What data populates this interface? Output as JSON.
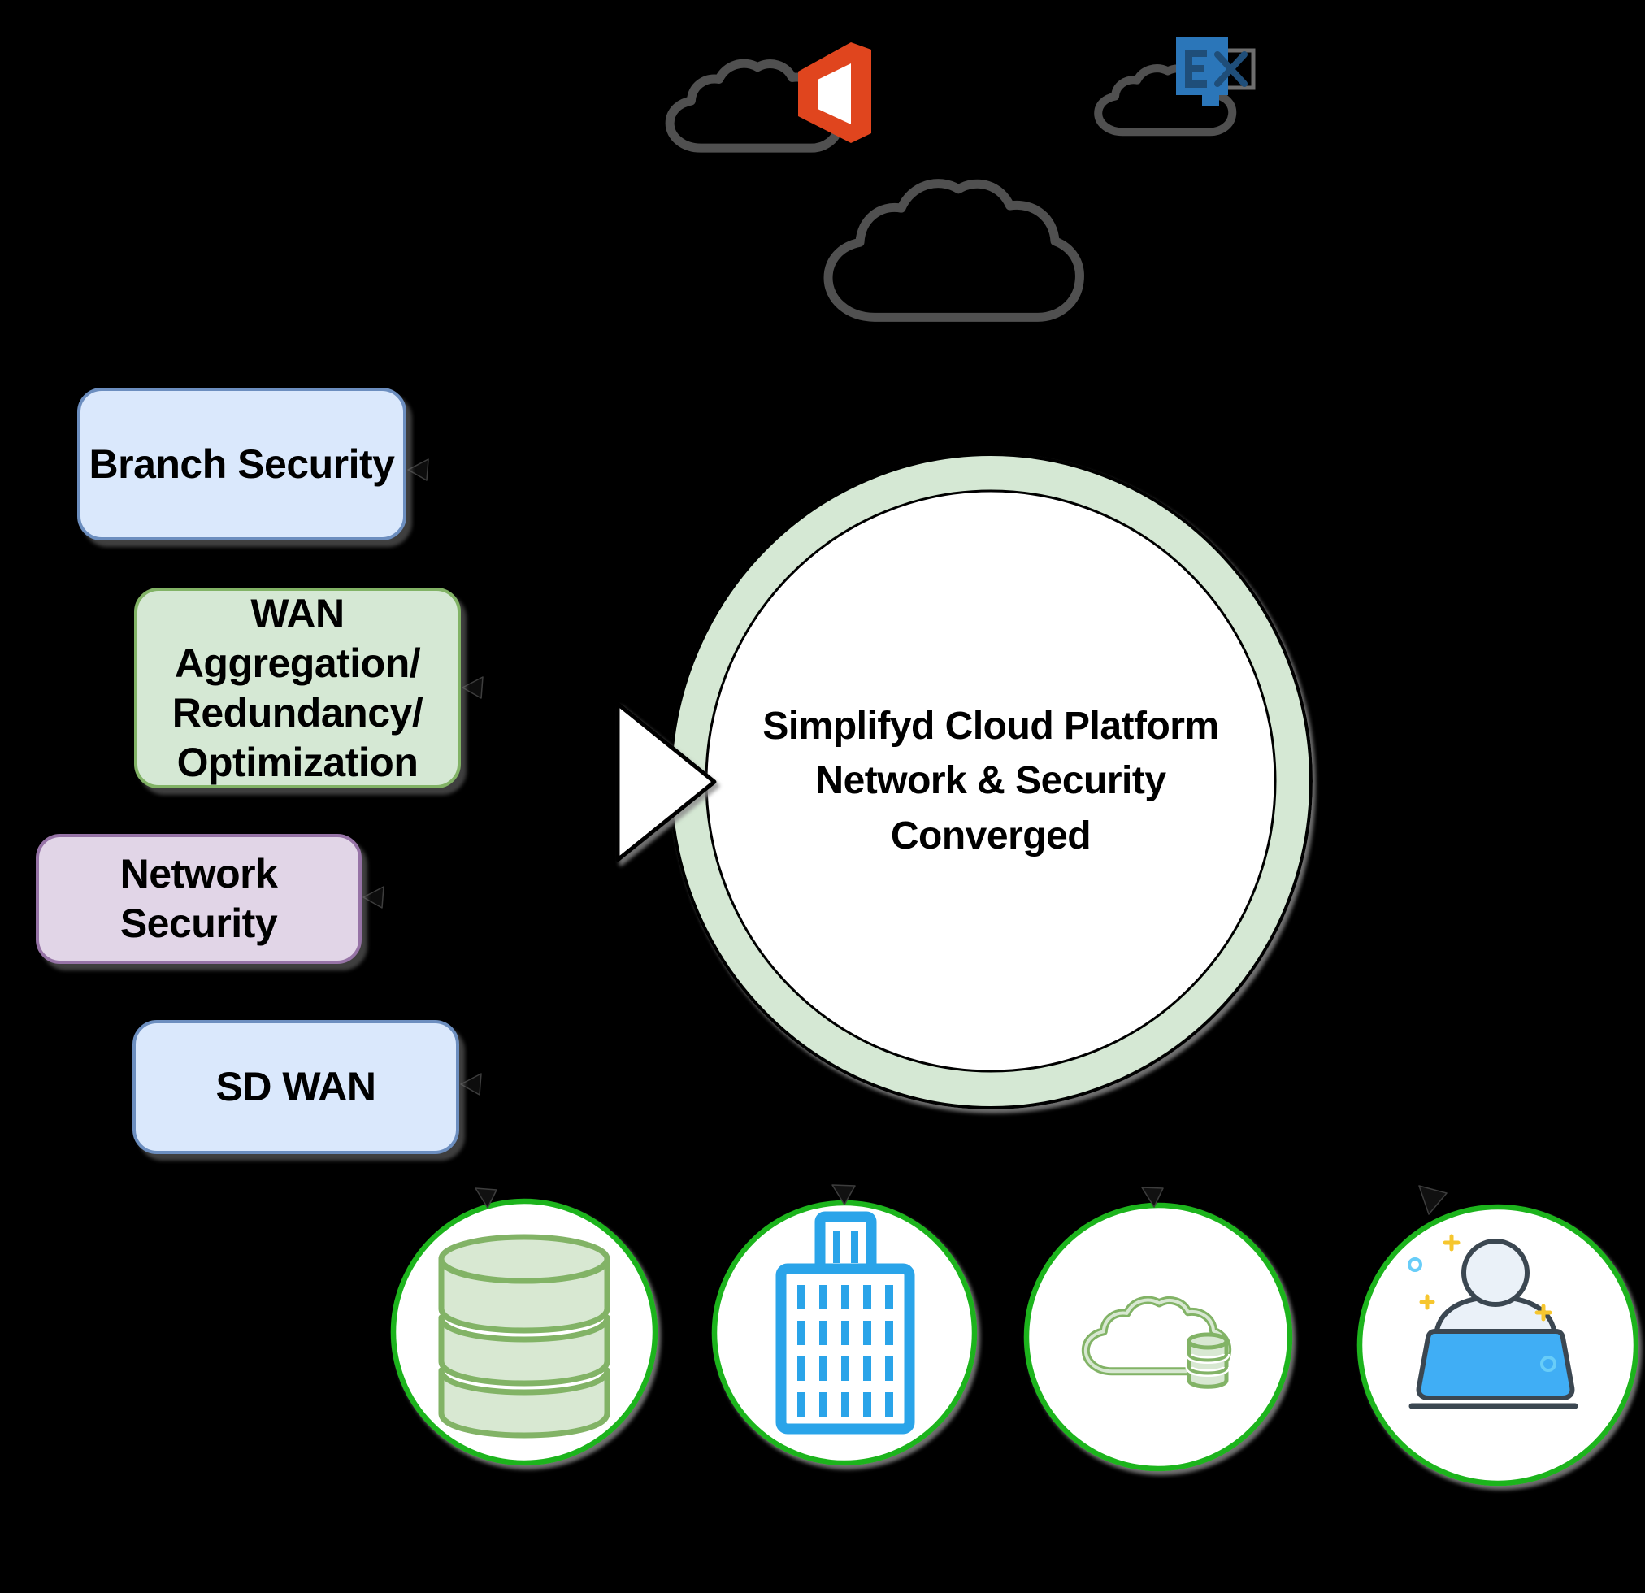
{
  "background": "#000000",
  "center_circle": {
    "label": "Simplifyd Cloud Platform\nNetwork & Security\nConverged",
    "ring_color": "#d5e8d4",
    "fill": "#ffffff"
  },
  "left_boxes": [
    {
      "label": "Branch Security",
      "fill": "#dae8fc",
      "border": "#6c8ebf"
    },
    {
      "label": "WAN\nAggregation/\nRedundancy/\nOptimization",
      "fill": "#d5e8d4",
      "border": "#82b366"
    },
    {
      "label": "Network\nSecurity",
      "fill": "#e1d5e7",
      "border": "#9673a6"
    },
    {
      "label": "SD WAN",
      "fill": "#dae8fc",
      "border": "#6c8ebf"
    }
  ],
  "arrow": {
    "fill": "#ffffff",
    "outline": "#000000"
  },
  "top_clouds": [
    {
      "icon": "cloud-with-office-365-logo",
      "cloud_color": "#505050",
      "logo_color": "#e0451e"
    },
    {
      "icon": "cloud-with-exchange-logo",
      "cloud_color": "#505050",
      "logo_color": "#2b76b9"
    },
    {
      "icon": "plain-cloud",
      "cloud_color": "#505050"
    }
  ],
  "bottom_circles": [
    {
      "icon": "database-icon",
      "border": "#1eb41e",
      "icon_color": "#82b366",
      "icon_fill": "#d8e8d2"
    },
    {
      "icon": "office-building-icon",
      "border": "#1eb41e",
      "icon_color": "#29a4e9"
    },
    {
      "icon": "cloud-database-icon",
      "border": "#1eb41e",
      "icon_color": "#82b366"
    },
    {
      "icon": "person-at-laptop-icon",
      "border": "#1eb41e",
      "icon_color": "#41aef5"
    }
  ]
}
